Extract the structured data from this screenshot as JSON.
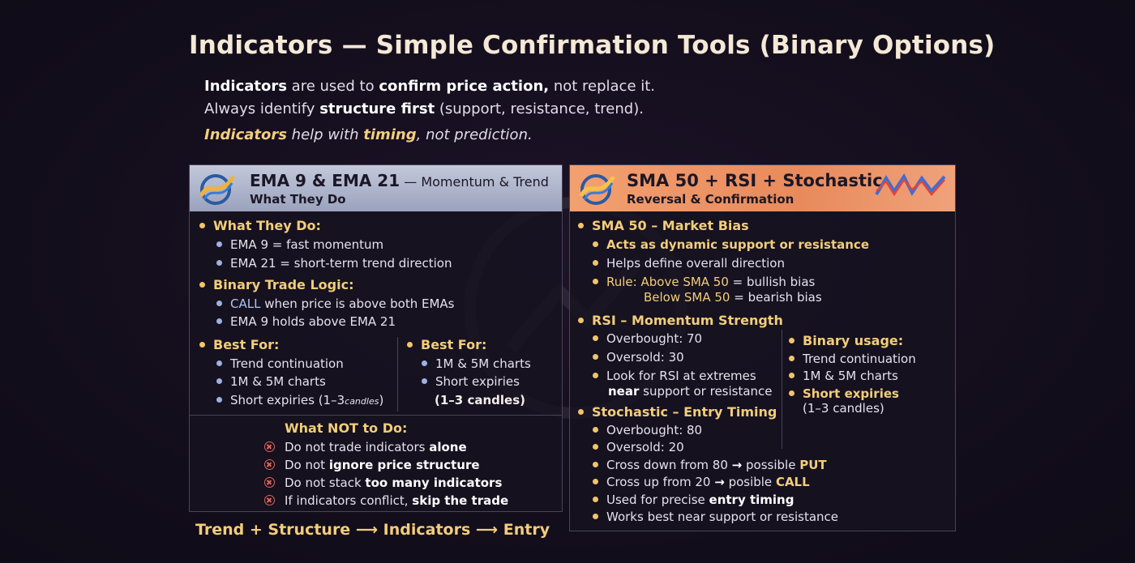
{
  "title": "Indicators — Simple Confirmation Tools (Binary Options)",
  "intro": {
    "line1": {
      "a": "Indicators",
      "b": " are used to ",
      "c": "confirm price action,",
      "d": " not replace it."
    },
    "line2": {
      "a": "Always identify ",
      "b": "structure first",
      "c": " (support, resistance, trend)."
    },
    "line3": {
      "a": "Indicators",
      "b": " help with ",
      "c": "timing",
      "d": ", not prediction."
    }
  },
  "left": {
    "header": {
      "title": "EMA 9 & EMA 21",
      "title_light": " — Momentum & Trend",
      "subtitle": "What They Do"
    },
    "what_they_do": {
      "heading": "What They Do:",
      "items": [
        "EMA 9 = fast momentum",
        "EMA 21 = short-term trend direction"
      ]
    },
    "binary_logic": {
      "heading": "Binary Trade Logic:",
      "item1": {
        "a": "CALL",
        "b": " when price is above both EMAs"
      },
      "item2": "EMA 9 holds above EMA 21"
    },
    "best_for_1": {
      "heading": "Best For:",
      "items": [
        "Trend continuation",
        "1M & 5M charts"
      ],
      "item3": {
        "a": "Short expiries (1–3",
        "b": "candles",
        "c": ")"
      }
    },
    "best_for_2": {
      "heading": "Best For:",
      "items": [
        "1M & 5M charts",
        "Short expiries"
      ],
      "item3": "(1–3 candles)"
    },
    "not_to_do": {
      "heading": "What NOT to Do:",
      "item1": {
        "a": "Do not trade indicators ",
        "b": "alone"
      },
      "item2": {
        "a": "Do not ",
        "b": "ignore price structure"
      },
      "item3": {
        "a": "Do not stack ",
        "b": "too many indicators"
      },
      "item4": {
        "a": "If indicators conflict, ",
        "b": "skip the trade"
      }
    }
  },
  "right": {
    "header": {
      "title": "SMA 50 + RSI + Stochastic",
      "subtitle": "Reversal & Confirmation"
    },
    "sma": {
      "heading": "SMA 50 – Market Bias",
      "item1": "Acts as dynamic support or resistance",
      "item2": "Helps define overall direction",
      "rule": {
        "a": "Rule: ",
        "b": "Above SMA 50",
        "c": " = bullish bias"
      },
      "rule2": {
        "a": "Below SMA 50",
        "b": " = bearish bias"
      }
    },
    "rsi": {
      "heading": "RSI – Momentum Strength",
      "item1": "Overbought: 70",
      "item2": "Oversold: 30",
      "item3": {
        "a": "Look for RSI at extremes",
        "b": "near",
        "c": " support or resistance"
      }
    },
    "binary_usage": {
      "heading": "Binary usage:",
      "items": [
        "Trend continuation",
        "1M & 5M charts"
      ],
      "item3": "Short expiries",
      "item4": "(1–3 candles)"
    },
    "stoch": {
      "heading": "Stochastic – Entry Timing",
      "item1": "Overbought: 80",
      "item2": "Oversold:  20",
      "item3": {
        "a": "Cross down from 80 ",
        "b": "→",
        "c": " possible ",
        "d": "PUT"
      },
      "item4": {
        "a": "Cross up from 20 ",
        "b": "→",
        "c": " posible ",
        "d": "CALL"
      },
      "item5": {
        "a": "Used for precise ",
        "b": "entry timing"
      },
      "item6": "Works best near support or resistance"
    }
  },
  "flow": {
    "a": "Trend + Structure",
    "b": " ⟶ ",
    "c": "Indicators",
    "d": " ⟶ ",
    "e": "Entry"
  }
}
